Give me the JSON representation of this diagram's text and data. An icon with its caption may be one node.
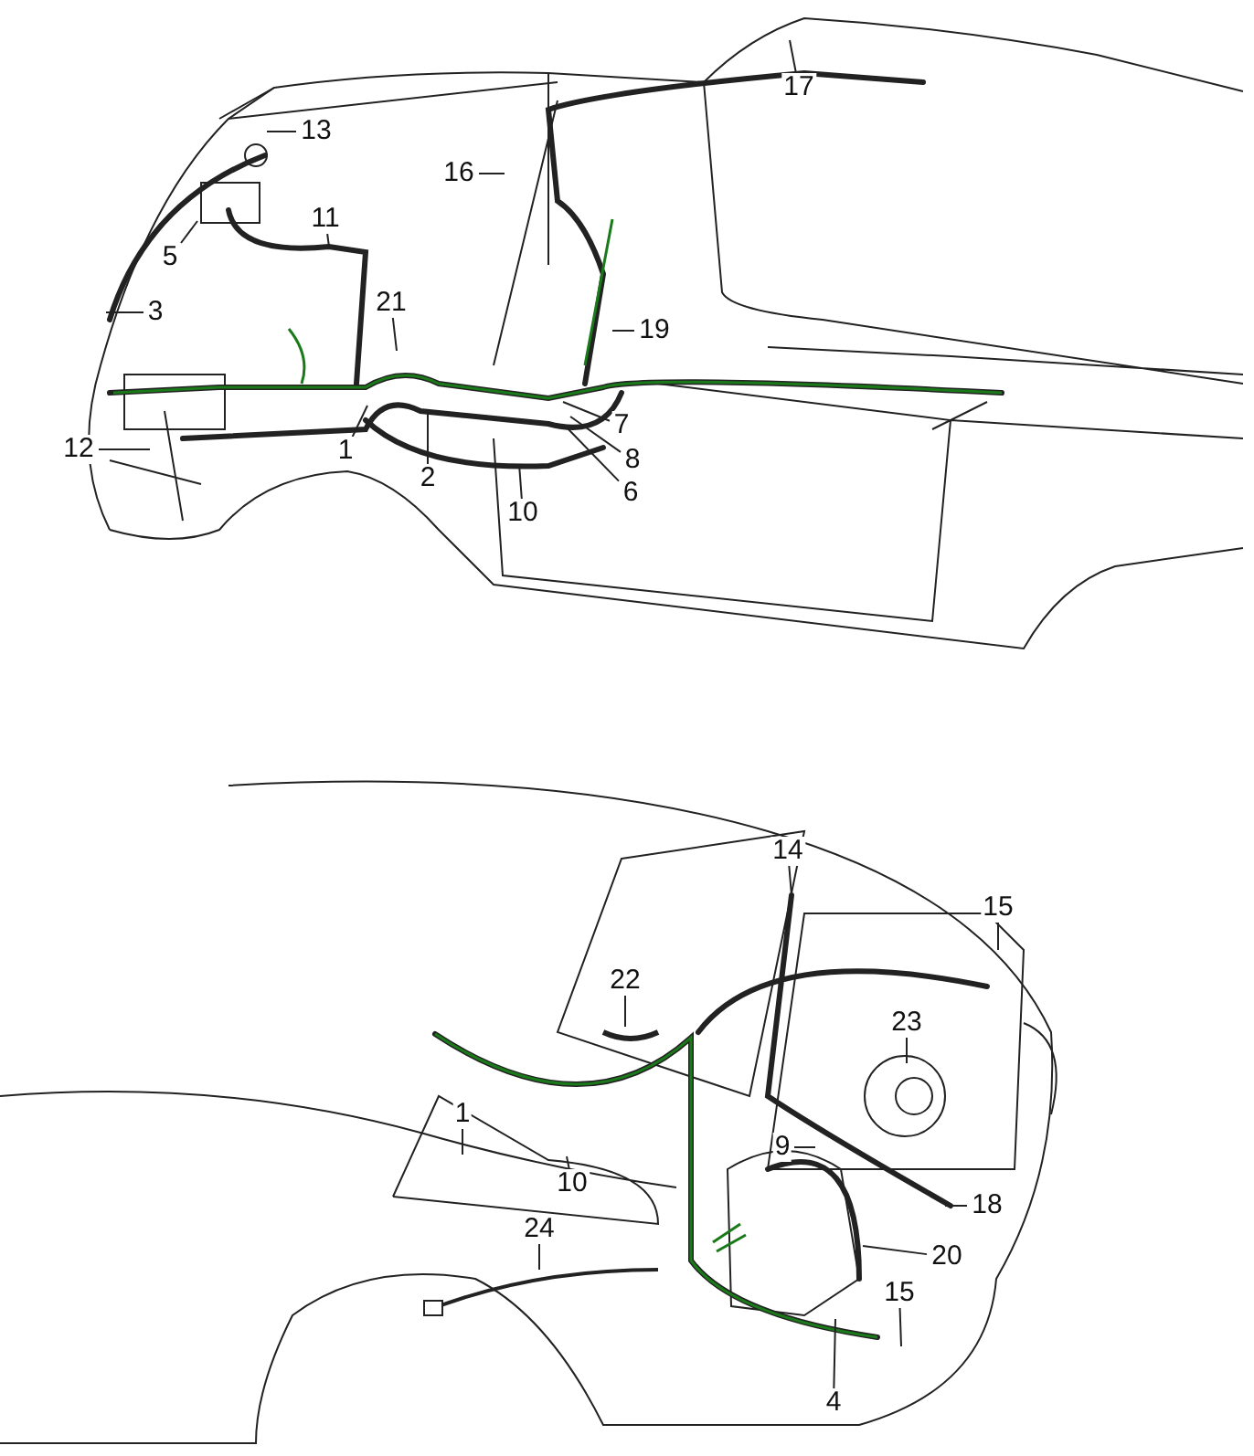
{
  "diagram": {
    "nodes": [
      {
        "text": [
          "13"
        ]
      },
      {
        "text": [
          "17"
        ]
      },
      {
        "text": [
          "16"
        ]
      },
      {
        "text": [
          "5"
        ]
      },
      {
        "text": [
          "11"
        ]
      },
      {
        "text": [
          "3"
        ]
      },
      {
        "text": [
          "21"
        ]
      },
      {
        "text": [
          "19"
        ]
      },
      {
        "text": [
          "12"
        ]
      },
      {
        "text": [
          "1"
        ]
      },
      {
        "text": [
          "2"
        ]
      },
      {
        "text": [
          "7"
        ]
      },
      {
        "text": [
          "8"
        ]
      },
      {
        "text": [
          "6"
        ]
      },
      {
        "text": [
          "10"
        ]
      },
      {
        "text": [
          "14"
        ]
      },
      {
        "text": [
          "15"
        ]
      },
      {
        "text": [
          "22"
        ]
      },
      {
        "text": [
          "23"
        ]
      },
      {
        "text": [
          "1"
        ]
      },
      {
        "text": [
          "9"
        ]
      },
      {
        "text": [
          "10"
        ]
      },
      {
        "text": [
          "18"
        ]
      },
      {
        "text": [
          "20"
        ]
      },
      {
        "text": [
          "24"
        ]
      },
      {
        "text": [
          "15"
        ]
      },
      {
        "text": [
          "4"
        ]
      }
    ],
    "edges": [
      {
        "from": 0,
        "to": null,
        "arrow": "none"
      },
      {
        "from": 1,
        "to": null,
        "arrow": "none"
      },
      {
        "from": 2,
        "to": null,
        "arrow": "none"
      },
      {
        "from": 3,
        "to": null,
        "arrow": "none"
      },
      {
        "from": 4,
        "to": null,
        "arrow": "none"
      },
      {
        "from": 5,
        "to": null,
        "arrow": "none"
      },
      {
        "from": 6,
        "to": null,
        "arrow": "none"
      },
      {
        "from": 7,
        "to": null,
        "arrow": "none"
      },
      {
        "from": 8,
        "to": null,
        "arrow": "none"
      },
      {
        "from": 9,
        "to": null,
        "arrow": "none"
      },
      {
        "from": 10,
        "to": null,
        "arrow": "none"
      },
      {
        "from": 11,
        "to": null,
        "arrow": "none"
      },
      {
        "from": 12,
        "to": null,
        "arrow": "none"
      },
      {
        "from": 13,
        "to": null,
        "arrow": "none"
      },
      {
        "from": 14,
        "to": null,
        "arrow": "none"
      },
      {
        "from": 15,
        "to": null,
        "arrow": "none"
      },
      {
        "from": 16,
        "to": null,
        "arrow": "none"
      },
      {
        "from": 17,
        "to": null,
        "arrow": "none"
      },
      {
        "from": 18,
        "to": null,
        "arrow": "none"
      },
      {
        "from": 19,
        "to": null,
        "arrow": "none"
      },
      {
        "from": 20,
        "to": null,
        "arrow": "none"
      },
      {
        "from": 21,
        "to": null,
        "arrow": "none"
      },
      {
        "from": 22,
        "to": null,
        "arrow": "none"
      },
      {
        "from": 23,
        "to": null,
        "arrow": "none"
      },
      {
        "from": 24,
        "to": null,
        "arrow": "none"
      },
      {
        "from": 25,
        "to": null,
        "arrow": "none"
      },
      {
        "from": 26,
        "to": null,
        "arrow": "none"
      }
    ]
  }
}
